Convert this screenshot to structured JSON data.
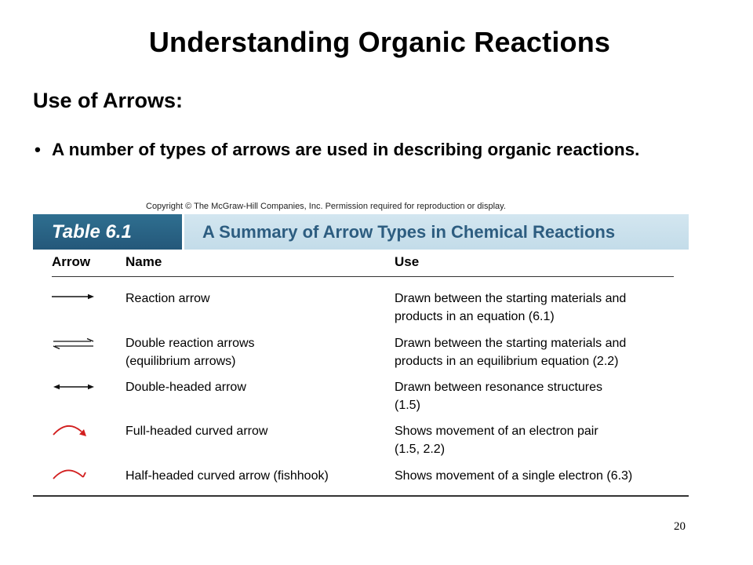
{
  "slide": {
    "title": "Understanding Organic Reactions",
    "section_heading": "Use of Arrows:",
    "bullet": "A number of types of arrows are used in describing organic reactions.",
    "page_number": "20"
  },
  "table": {
    "copyright": "Copyright © The McGraw-Hill Companies, Inc. Permission required for reproduction or display.",
    "number": "Table 6.1",
    "title": "A Summary of Arrow Types in Chemical Reactions",
    "headers": {
      "arrow": "Arrow",
      "name": "Name",
      "use": "Use"
    },
    "rows": [
      {
        "icon": "reaction-arrow-icon",
        "name": [
          "Reaction arrow",
          ""
        ],
        "use": [
          "Drawn between the starting materials and",
          "products in an equation (6.1)"
        ]
      },
      {
        "icon": "double-reaction-arrows-icon",
        "name": [
          "Double reaction arrows",
          "(equilibrium arrows)"
        ],
        "use": [
          "Drawn between the starting materials and",
          "products in an equilibrium equation (2.2)"
        ]
      },
      {
        "icon": "double-headed-arrow-icon",
        "name": [
          "Double-headed arrow",
          ""
        ],
        "use": [
          "Drawn between resonance structures",
          "(1.5)"
        ]
      },
      {
        "icon": "full-headed-curved-arrow-icon",
        "name": [
          "Full-headed curved arrow",
          ""
        ],
        "use": [
          "Shows movement of an electron pair",
          "(1.5, 2.2)"
        ]
      },
      {
        "icon": "half-headed-curved-arrow-icon",
        "name": [
          "Half-headed curved arrow (fishhook)",
          ""
        ],
        "use": [
          "Shows movement of a single electron (6.3)",
          ""
        ]
      }
    ]
  },
  "colors": {
    "banner_dark": "#24587a",
    "banner_light": "#c3dce9",
    "banner_title": "#2d5d80",
    "curved_arrow": "#d21f1f"
  }
}
